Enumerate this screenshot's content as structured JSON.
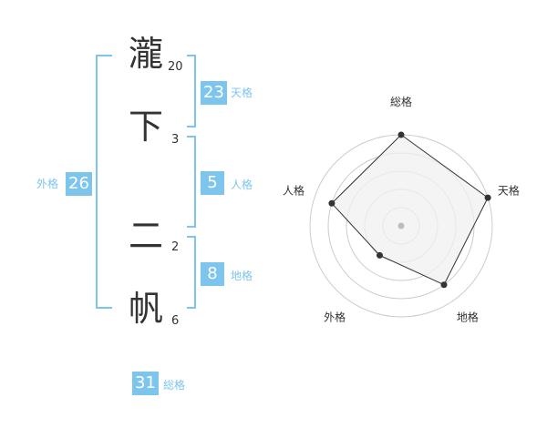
{
  "name": {
    "characters": [
      {
        "char": "瀧",
        "strokes": "20"
      },
      {
        "char": "下",
        "strokes": "3"
      },
      {
        "char": "二",
        "strokes": "2"
      },
      {
        "char": "帆",
        "strokes": "6"
      }
    ]
  },
  "kaku": {
    "tenkaku": {
      "value": "23",
      "label": "天格"
    },
    "jinkaku": {
      "value": "5",
      "label": "人格"
    },
    "chikaku": {
      "value": "8",
      "label": "地格"
    },
    "gaikaku": {
      "value": "26",
      "label": "外格"
    },
    "soukaku": {
      "value": "31",
      "label": "総格"
    }
  },
  "colors": {
    "accent": "#7ec5ee",
    "text": "#333333",
    "radar_fill": "#f0f0f0",
    "radar_ring": "#cccccc",
    "radar_line": "#333333"
  },
  "chart_data": {
    "type": "radar",
    "axes": [
      "総格",
      "天格",
      "地格",
      "外格",
      "人格"
    ],
    "values": [
      5,
      5,
      4,
      2,
      4
    ],
    "max": 5
  }
}
